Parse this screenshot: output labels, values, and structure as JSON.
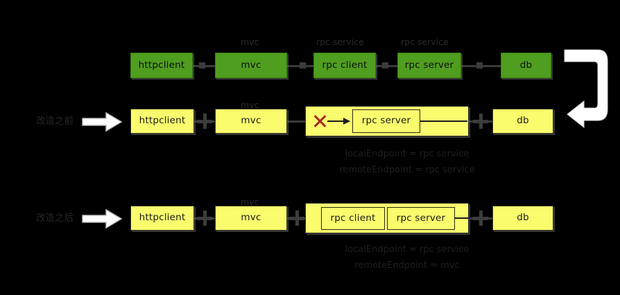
{
  "diagram": {
    "title": "RPC service call-chain transformation diagram",
    "background_color": "#000000",
    "colors": {
      "green_node": "#4f9e1f",
      "yellow_node": "#fbfb6e",
      "connector": "#3a3a3a",
      "red_cross": "#a8261b",
      "white_arrow": "#ffffff",
      "caption_text": "#2a2a2a"
    },
    "rows": [
      {
        "id": "row-original-chain",
        "stage_label": "",
        "node_style": "green",
        "captions": [
          {
            "text": "mvc",
            "over": "mvc"
          },
          {
            "text": "rpc service",
            "over": "rpc client"
          },
          {
            "text": "rpc service",
            "over": "rpc server"
          }
        ],
        "nodes": [
          {
            "label": "httpclient"
          },
          {
            "label": "mvc"
          },
          {
            "label": "rpc client"
          },
          {
            "label": "rpc server"
          },
          {
            "label": "db"
          }
        ]
      },
      {
        "id": "row-before",
        "stage_label": "改造之前",
        "node_style": "yellow",
        "captions": [
          {
            "text": "mvc",
            "over": "mvc"
          }
        ],
        "nodes": [
          {
            "label": "httpclient"
          },
          {
            "label": "mvc"
          },
          {
            "label": "rpc server",
            "grouped": true,
            "blocked": true
          },
          {
            "label": "db"
          }
        ],
        "endpoint_notes": [
          "localEndpoint = rpc service",
          "remoteEndpoint = rpc service"
        ]
      },
      {
        "id": "row-after",
        "stage_label": "改造之后",
        "node_style": "yellow",
        "captions": [
          {
            "text": "mvc",
            "over": "mvc"
          }
        ],
        "nodes": [
          {
            "label": "httpclient"
          },
          {
            "label": "mvc"
          },
          {
            "label": "rpc client",
            "grouped": true
          },
          {
            "label": "rpc server",
            "grouped": true
          },
          {
            "label": "db"
          }
        ],
        "endpoint_notes": [
          "localEndpoint = rpc service",
          "remoteEndpoint = mvc"
        ]
      }
    ],
    "loopback_arrow": {
      "name": "loopback-arrow",
      "direction": "u-turn-left",
      "color": "#ffffff"
    }
  }
}
